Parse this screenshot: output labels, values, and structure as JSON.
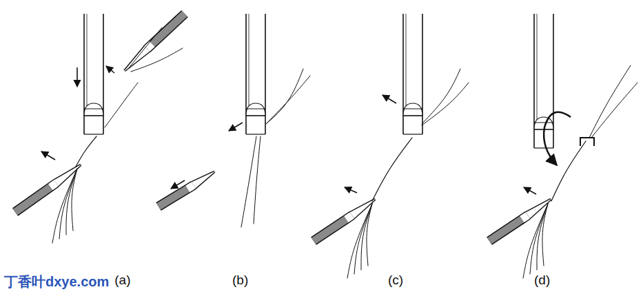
{
  "diagram": {
    "labels": [
      "(a)",
      "(b)",
      "(c)",
      "(d)",
      "丁香叶dxye.com"
    ]
  }
}
